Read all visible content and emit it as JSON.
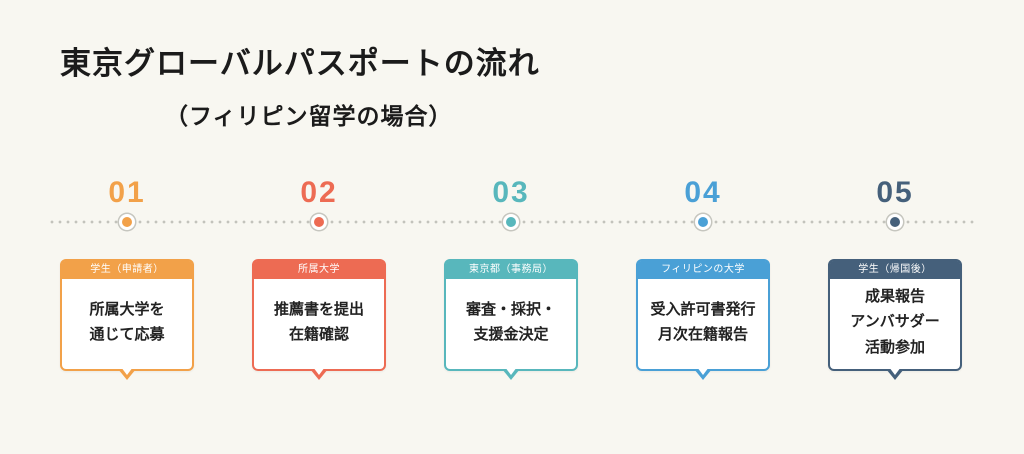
{
  "title": "東京グローバルパスポートの流れ",
  "subtitle": "（フィリピン留学の場合）",
  "steps": [
    {
      "number": "01",
      "color": "#F2A149",
      "label": "学生（申請者）",
      "text": "所属大学を\n通じて応募"
    },
    {
      "number": "02",
      "color": "#ED6B53",
      "label": "所属大学",
      "text": "推薦書を提出\n在籍確認"
    },
    {
      "number": "03",
      "color": "#58B7BC",
      "label": "東京都（事務局）",
      "text": "審査・採択・\n支援金決定"
    },
    {
      "number": "04",
      "color": "#4AA0D6",
      "label": "フィリピンの大学",
      "text": "受入許可書発行\n月次在籍報告"
    },
    {
      "number": "05",
      "color": "#45607B",
      "label": "学生（帰国後）",
      "text": "成果報告\nアンバサダー\n活動参加"
    }
  ],
  "colors": {
    "background": "#f8f7f1",
    "timeline_dots": "#c3c3bc",
    "text": "#1b1b1b"
  }
}
